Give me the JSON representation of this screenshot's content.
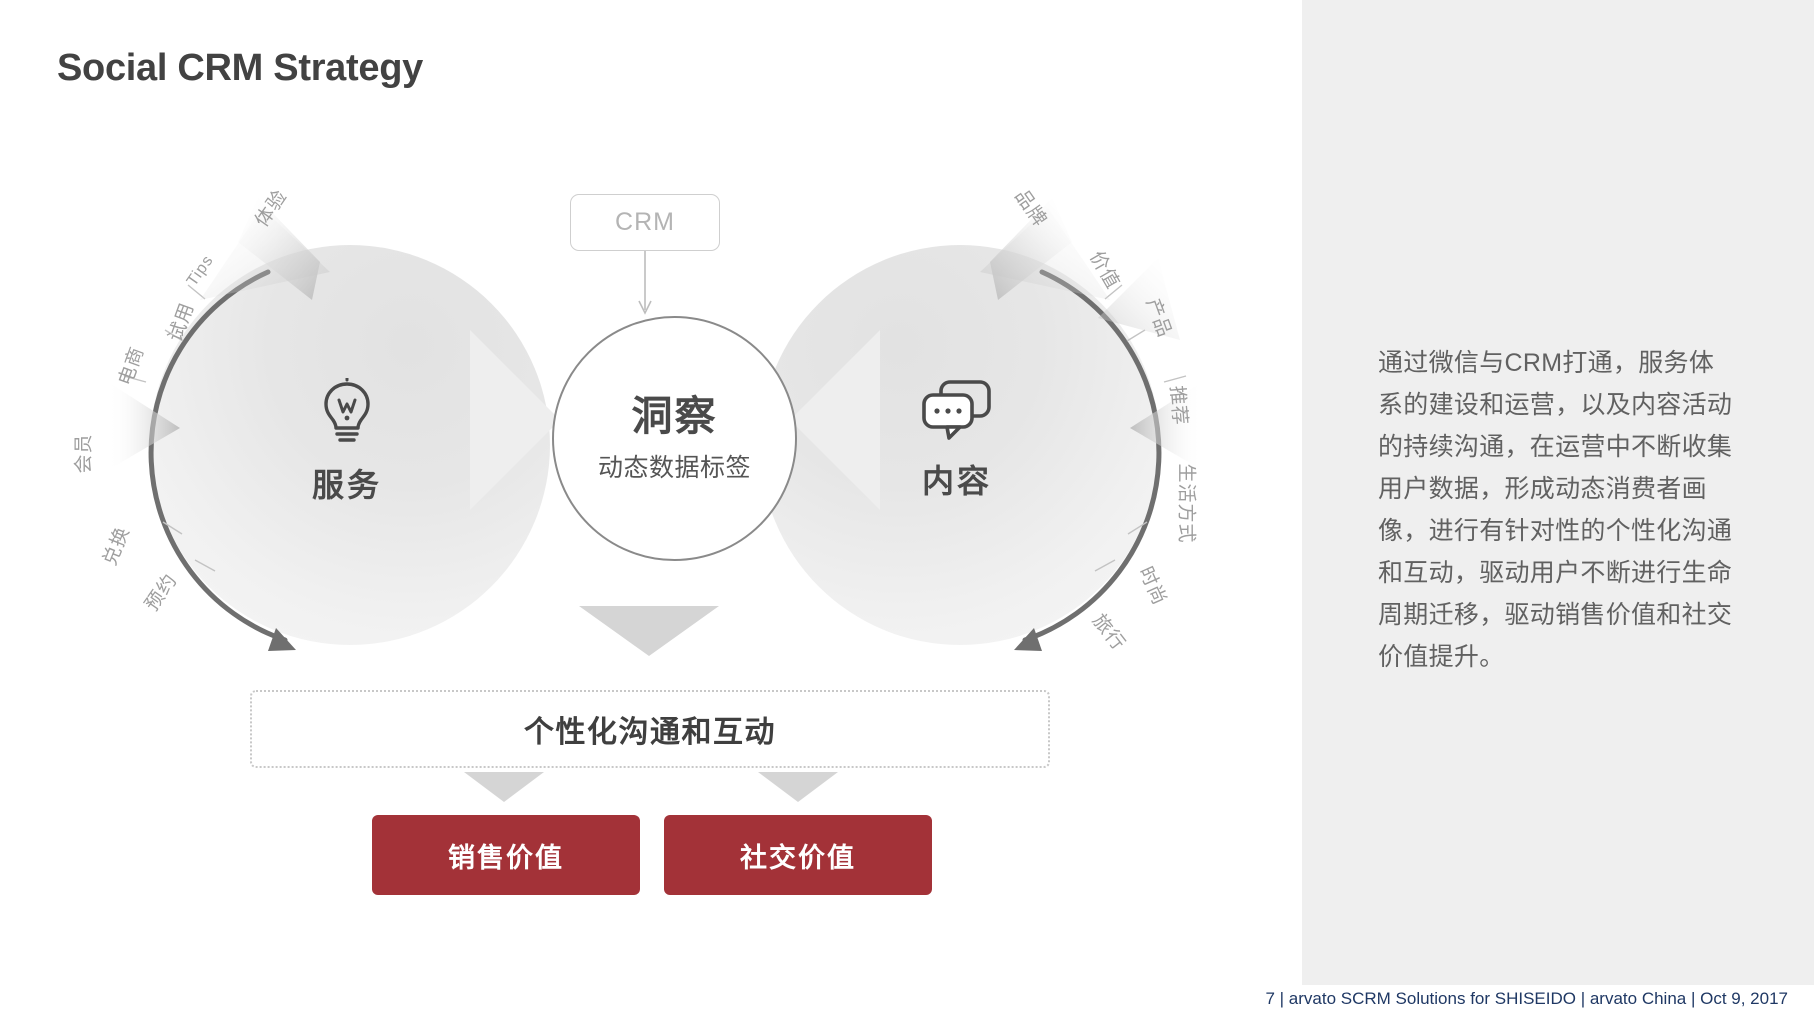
{
  "slide": {
    "title": "Social CRM Strategy",
    "footer": "7 | arvato SCRM Solutions for SHISEIDO  | arvato China | Oct 9, 2017"
  },
  "crm": {
    "label": "CRM"
  },
  "center": {
    "title": "洞察",
    "subtitle": "动态数据标签"
  },
  "lobes": {
    "service": {
      "title": "服务",
      "icon": "lightbulb-icon",
      "spokes": [
        "体验",
        "Tips",
        "试用",
        "电商",
        "会员",
        "兑换",
        "预约"
      ]
    },
    "content": {
      "title": "内容",
      "icon": "chat-bubble-icon",
      "spokes": [
        "品牌",
        "价值",
        "产品",
        "推荐",
        "生活方式",
        "时尚",
        "旅行"
      ]
    }
  },
  "interaction": {
    "label": "个性化沟通和互动"
  },
  "values": [
    {
      "label": "销售价值"
    },
    {
      "label": "社交价值"
    }
  ],
  "body": {
    "paragraph": "通过微信与CRM打通，服务体系的建设和运营，以及内容活动的持续沟通，在运营中不断收集用户数据，形成动态消费者画像，进行有针对性的个性化沟通和互动，驱动用户不断进行生命周期迁移，驱动销售价值和社交价值提升。"
  },
  "colors": {
    "accent_red": "#A33238",
    "title_gray": "#424242",
    "label_gray": "#9e9e9e",
    "panel_bg": "#efefef",
    "footer_navy": "#1f3864"
  }
}
